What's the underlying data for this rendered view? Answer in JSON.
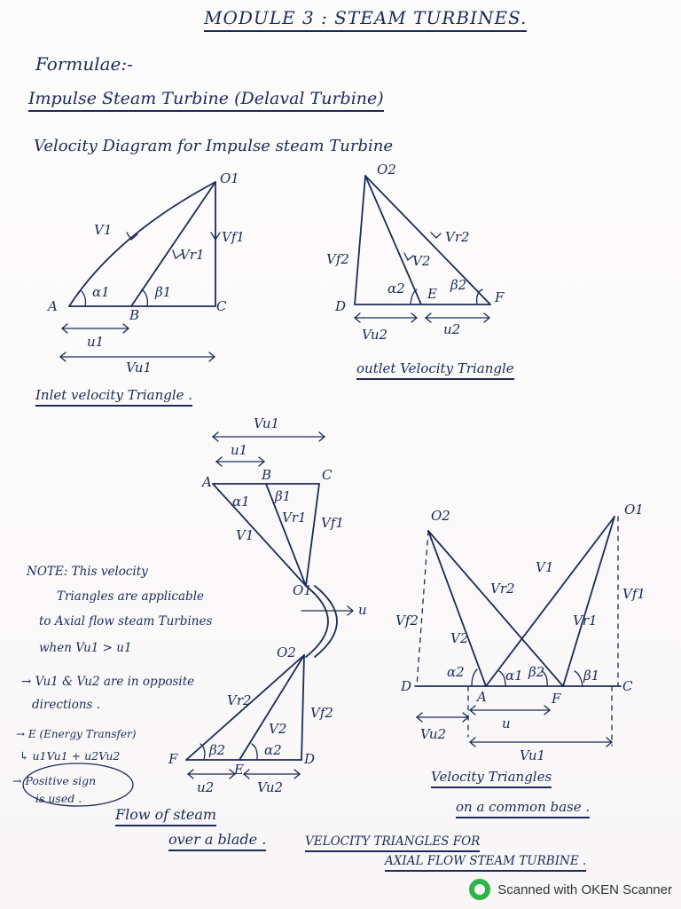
{
  "header": {
    "title": "MODULE 3 : STEAM TURBINES.",
    "formulae": "Formulae:-",
    "subtitle": "Impulse Steam Turbine (Delaval Turbine)",
    "diagram_heading": "Velocity Diagram for Impulse steam Turbine"
  },
  "inlet_triangle": {
    "caption": "Inlet velocity Triangle .",
    "labels": {
      "O": "O1",
      "A": "A",
      "B": "B",
      "C": "C",
      "V": "V1",
      "Vf": "Vf1",
      "Vr": "Vr1",
      "alpha": "α1",
      "beta": "β1",
      "u": "u1",
      "Vu": "Vu1"
    }
  },
  "outlet_triangle": {
    "caption": "outlet Velocity Triangle",
    "labels": {
      "O": "O2",
      "D": "D",
      "E": "E",
      "F": "F",
      "V": "V2",
      "Vf": "Vf2",
      "Vr": "Vr2",
      "alpha": "α2",
      "beta": "β2",
      "u": "u2",
      "Vu": "Vu2"
    }
  },
  "blade_diagram": {
    "caption_line1": "Flow of steam",
    "caption_line2": "over a blade .",
    "labels": {
      "Vu1": "Vu1",
      "u1": "u1",
      "A": "A",
      "B": "B",
      "C": "C",
      "a1": "α1",
      "b1": "β1",
      "Vr1": "Vr1",
      "Vf1": "Vf1",
      "V1": "V1",
      "O1": "O1",
      "u": "u",
      "O2": "O2",
      "Vr2": "Vr2",
      "V2": "V2",
      "Vf2": "Vf2",
      "F": "F",
      "b2": "β2",
      "a2": "α2",
      "D": "D",
      "E": "E",
      "u2": "u2",
      "Vu2": "Vu2"
    }
  },
  "note": {
    "lines": [
      "NOTE: This velocity",
      "Triangles are applicable",
      "to Axial flow steam Turbines",
      "when Vu1 > u1",
      "→ Vu1 & Vu2 are in opposite",
      "directions .",
      "→ E (Energy Transfer)",
      "↳ u1Vu1 + u2Vu2",
      "→ Positive sign",
      "is used ."
    ]
  },
  "common_base": {
    "caption_line1": "Velocity Triangles",
    "caption_line2": "on a common base .",
    "labels": {
      "O2": "O2",
      "O1": "O1",
      "Vr2": "Vr2",
      "V1": "V1",
      "Vf1": "Vf1",
      "Vf2": "Vf2",
      "V2": "V2",
      "Vr1": "Vr1",
      "a2": "α2",
      "a1": "α1",
      "b2": "β2",
      "b1": "β1",
      "D": "D",
      "A": "A",
      "F": "F",
      "C": "C",
      "u": "u",
      "Vu2": "Vu2",
      "Vu1": "Vu1"
    }
  },
  "footer_caption": {
    "line1": "VELOCITY TRIANGLES FOR",
    "line2": "AXIAL FLOW STEAM TURBINE ."
  },
  "watermark": {
    "text": "Scanned with OKEN Scanner",
    "icon": "oken-logo-icon",
    "color": "#2fb34a"
  },
  "ink_color": "#1c2a5a"
}
